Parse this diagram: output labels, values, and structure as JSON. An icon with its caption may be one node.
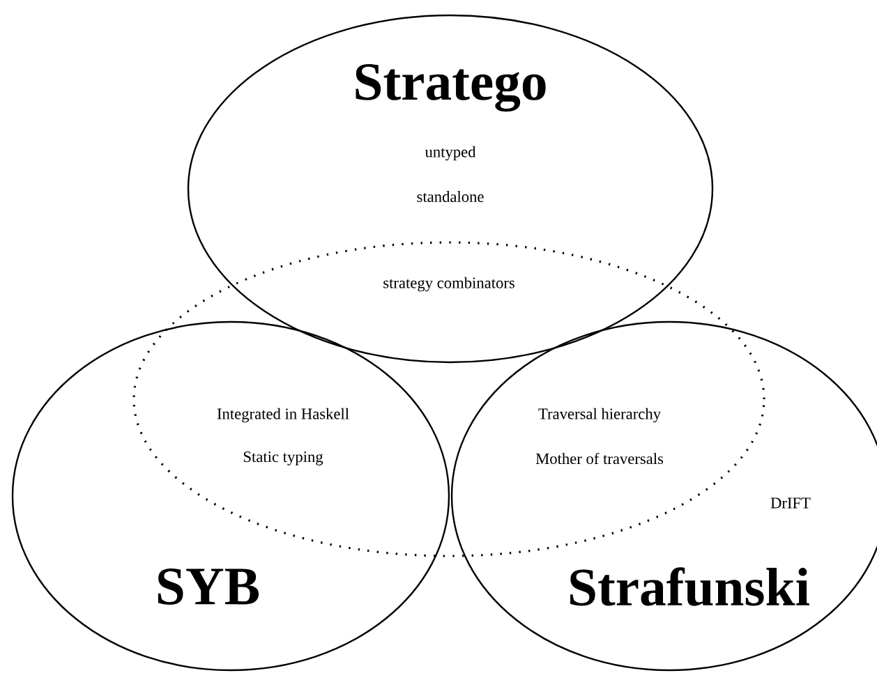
{
  "diagram": {
    "nodes": [
      {
        "text": [
          "Stratego",
          "untyped",
          "standalone"
        ]
      },
      {
        "text": [
          "SYB"
        ]
      },
      {
        "text": [
          "DrIFT",
          "Strafunski"
        ]
      },
      {
        "text": [],
        "shape": "ellipse"
      }
    ],
    "labels": [
      "strategy combinators",
      "Integrated in Haskell",
      "Static typing",
      "Traversal hierarchy",
      "Mother of traversals"
    ]
  }
}
